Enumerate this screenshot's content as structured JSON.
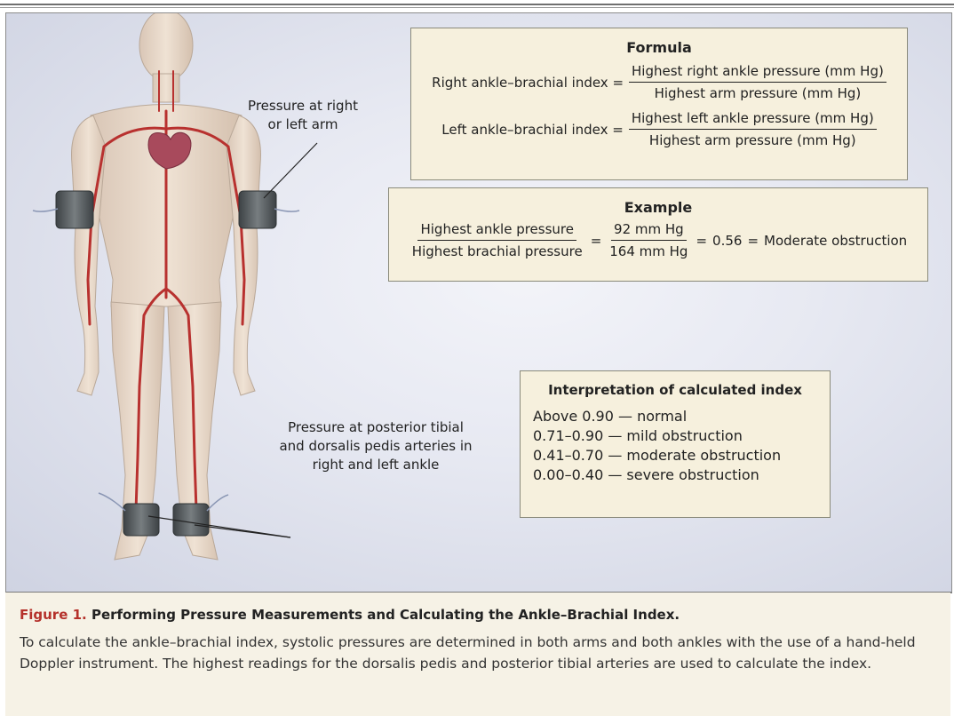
{
  "callouts": {
    "arm": [
      "Pressure at right",
      "or left arm"
    ],
    "ankle": [
      "Pressure at posterior tibial",
      "and dorsalis pedis arteries in",
      "right and left ankle"
    ]
  },
  "formula": {
    "title": "Formula",
    "right_label": "Right ankle–brachial index =",
    "right_num": "Highest right ankle pressure (mm Hg)",
    "right_den": "Highest arm pressure (mm Hg)",
    "left_label": "Left ankle–brachial index =",
    "left_num": "Highest left ankle pressure (mm Hg)",
    "left_den": "Highest arm pressure (mm Hg)"
  },
  "example": {
    "title": "Example",
    "num1": "Highest ankle pressure",
    "den1": "Highest brachial pressure",
    "num2": "92 mm Hg",
    "den2": "164 mm Hg",
    "eq1": "=",
    "eq2": "=",
    "eq3": "=",
    "result": "0.56",
    "interpretation": "Moderate obstruction"
  },
  "interpretation": {
    "title": "Interpretation of calculated index",
    "items": [
      "Above 0.90 — normal",
      "0.71–0.90 — mild obstruction",
      "0.41–0.70 — moderate obstruction",
      "0.00–0.40 — severe obstruction"
    ]
  },
  "caption": {
    "label": "Figure 1.",
    "title": "Performing Pressure Measurements and Calculating the Ankle–Brachial Index.",
    "body": "To calculate the ankle–brachial index, systolic pressures are determined in both arms and both ankles with the use of a hand-held Doppler instrument. The highest readings for the dorsalis pedis and posterior tibial arteries are used to calculate the index."
  },
  "colors": {
    "box_fill": "#f6f0dd",
    "caption_label": "#b5312b",
    "artery": "#b8312f",
    "cuff": "#5c6266",
    "heart": "#a84a5c"
  }
}
